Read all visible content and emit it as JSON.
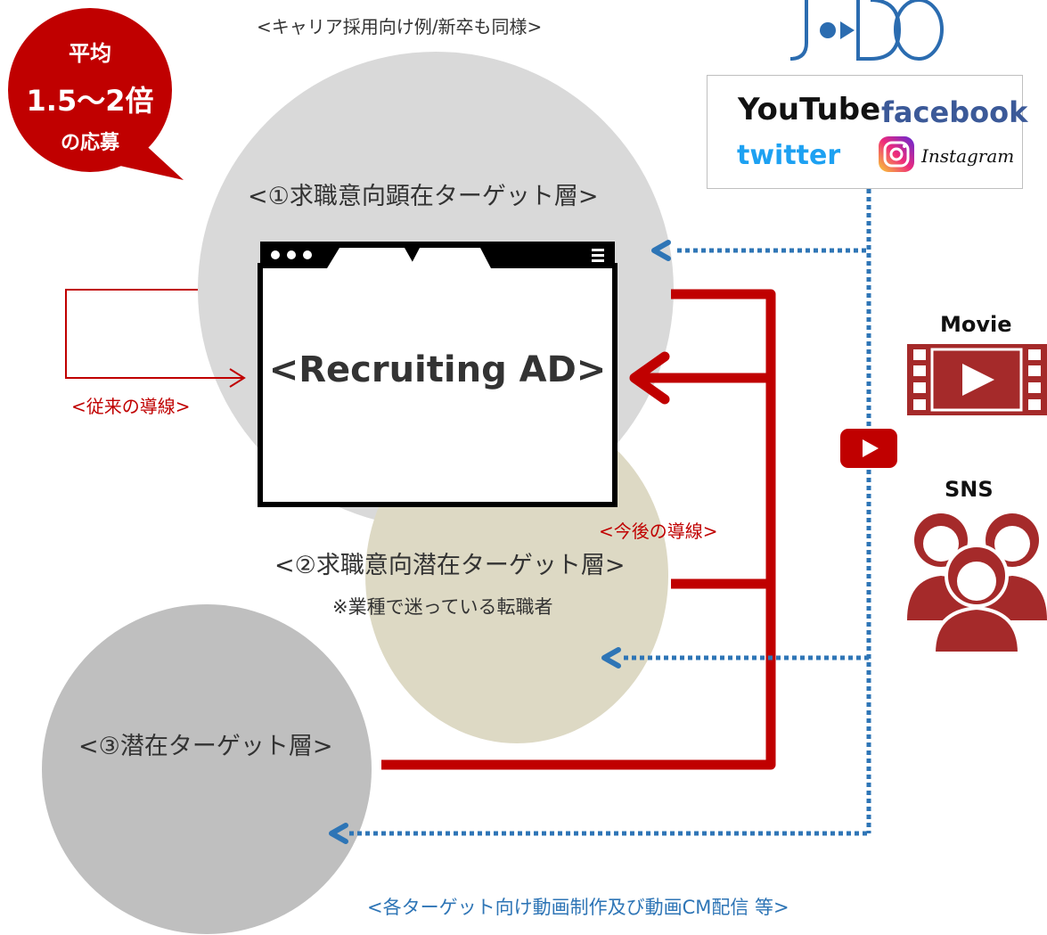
{
  "header": "<キャリア採用向け例/新卒も同様>",
  "badge": {
    "line1": "平均",
    "line2": "1.5〜2倍",
    "line3": "の応募",
    "color": "#c00000"
  },
  "layers": {
    "layer1": "<①求職意向顕在ターゲット層>",
    "layer2": "<②求職意向潜在ターゲット層>",
    "layer2_note": "※業種で迷っている転職者",
    "layer3": "<③潜在ターゲット層>"
  },
  "ad_label": "<Recruiting AD>",
  "flows": {
    "old": "<従来の導線>",
    "new": "<今後の導線>",
    "video": "<各ターゲット向け動画制作及び動画CM配信 等>"
  },
  "brand": {
    "logo": "J-DO",
    "platforms": [
      "YouTube",
      "facebook",
      "twitter",
      "Instagram"
    ]
  },
  "media": {
    "movie": "Movie",
    "sns": "SNS"
  },
  "icons": [
    "film-icon",
    "play-button-icon",
    "users-icon",
    "browser-window-icon",
    "speech-bubble-icon"
  ],
  "colors": {
    "red": "#c00000",
    "blue": "#2e75b6",
    "circle1": "#d9d9d9",
    "circle2": "#ddd9c4",
    "circle3": "#bfbfbf",
    "icon_red": "#a52a2a"
  }
}
